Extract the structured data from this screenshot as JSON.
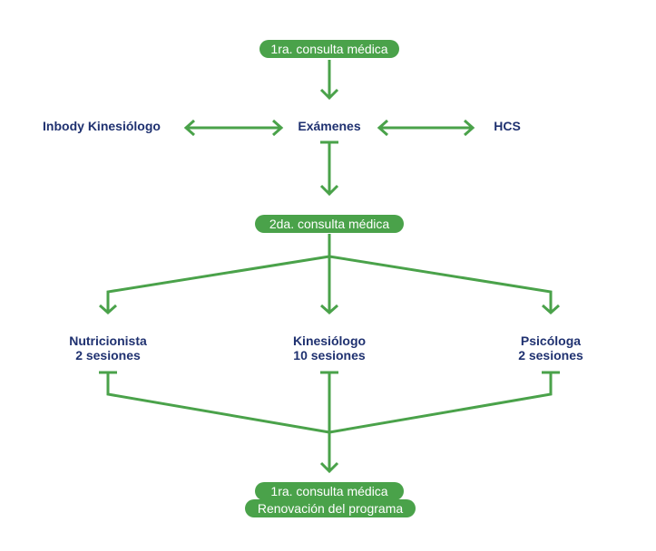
{
  "colors": {
    "accent": "#4aa24a",
    "text": "#1f3170",
    "background": "#ffffff"
  },
  "nodes": {
    "first_consult": "1ra. consulta médica",
    "inbody": "Inbody Kinesiólogo",
    "examenes": "Exámenes",
    "hcs": "HCS",
    "second_consult": "2da. consulta médica",
    "nutricionista": {
      "title": "Nutricionista",
      "sessions": "2 sesiones"
    },
    "kinesiologo": {
      "title": "Kinesiólogo",
      "sessions": "10 sesiones"
    },
    "psicologa": {
      "title": "Psicóloga",
      "sessions": "2 sesiones"
    },
    "final_consult": {
      "line1": "1ra. consulta médica",
      "line2": "Renovación del programa"
    }
  }
}
